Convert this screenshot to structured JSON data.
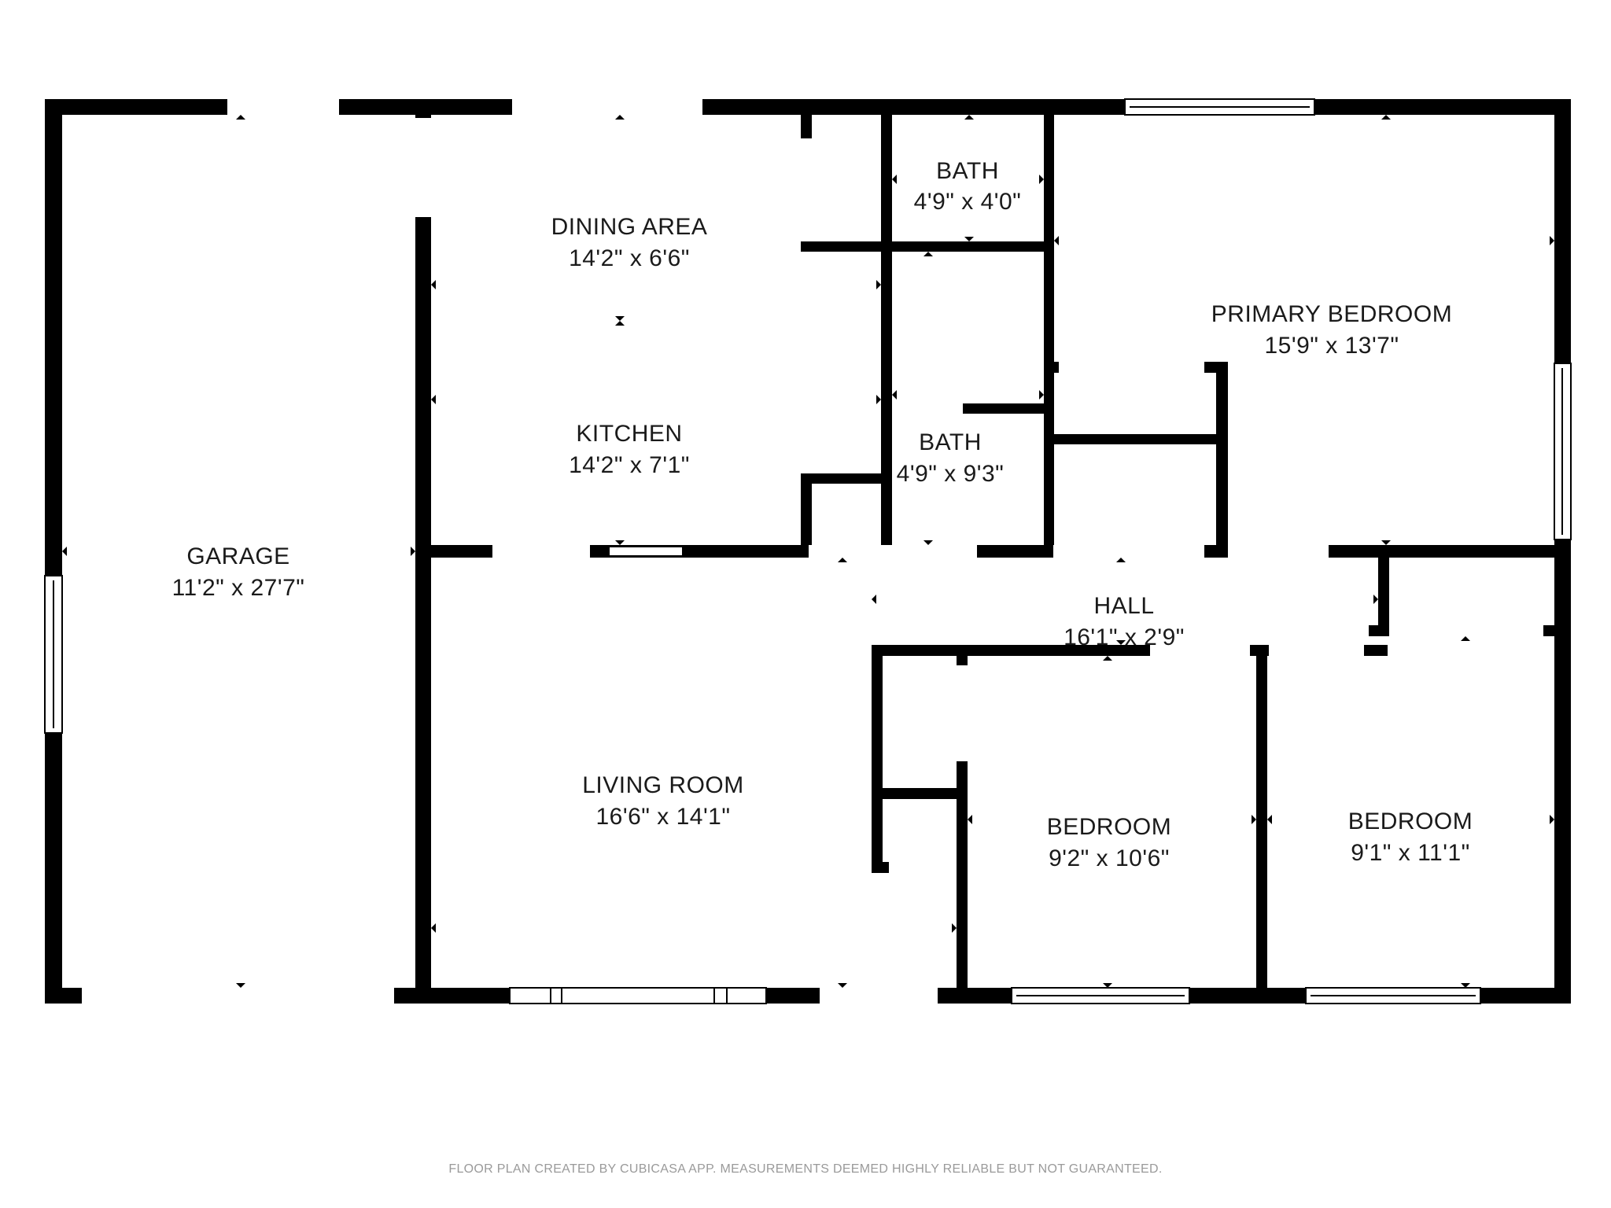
{
  "rooms": [
    {
      "id": "garage",
      "name": "GARAGE",
      "dims": "11'2\" x 27'7\""
    },
    {
      "id": "dining-area",
      "name": "DINING AREA",
      "dims": "14'2\" x 6'6\""
    },
    {
      "id": "kitchen",
      "name": "KITCHEN",
      "dims": "14'2\" x 7'1\""
    },
    {
      "id": "bath-upper",
      "name": "BATH",
      "dims": "4'9\" x 4'0\""
    },
    {
      "id": "bath-lower",
      "name": "BATH",
      "dims": "4'9\" x 9'3\""
    },
    {
      "id": "primary-bedroom",
      "name": "PRIMARY BEDROOM",
      "dims": "15'9\" x 13'7\""
    },
    {
      "id": "hall",
      "name": "HALL",
      "dims": "16'1\" x 2'9\""
    },
    {
      "id": "living-room",
      "name": "LIVING ROOM",
      "dims": "16'6\" x 14'1\""
    },
    {
      "id": "bedroom-middle",
      "name": "BEDROOM",
      "dims": "9'2\" x 10'6\""
    },
    {
      "id": "bedroom-right",
      "name": "BEDROOM",
      "dims": "9'1\" x 11'1\""
    }
  ],
  "footer": {
    "note": "FLOOR PLAN CREATED BY CUBICASA APP. MEASUREMENTS DEEMED HIGHLY RELIABLE BUT NOT GUARANTEED."
  },
  "colors": {
    "wall": "#000000",
    "background": "#ffffff",
    "text": "#1a1a1a",
    "footer_text": "#9a9a9a"
  }
}
